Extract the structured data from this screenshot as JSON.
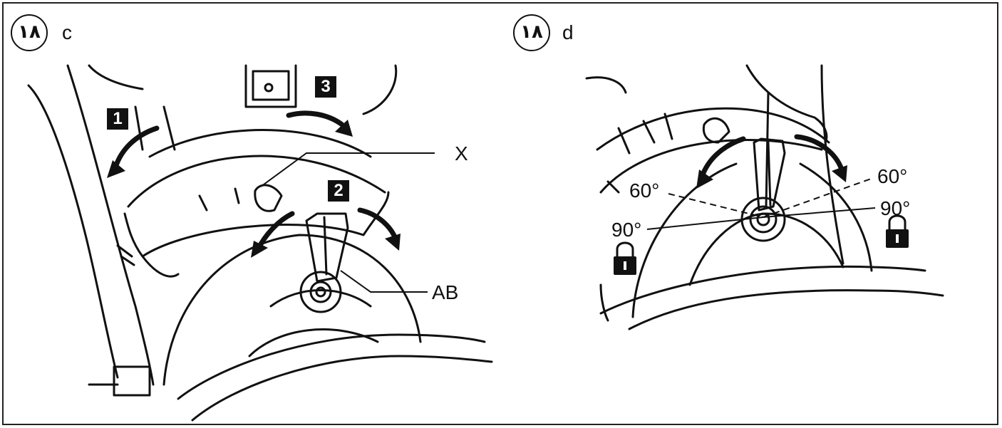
{
  "figure": {
    "panel_c": {
      "badge": "١٨",
      "sub_label": "c",
      "steps": [
        "1",
        "2",
        "3"
      ],
      "callouts": [
        "X",
        "AB"
      ]
    },
    "panel_d": {
      "badge": "١٨",
      "sub_label": "d",
      "angles": [
        "60°",
        "60°",
        "90°",
        "90°"
      ]
    }
  }
}
